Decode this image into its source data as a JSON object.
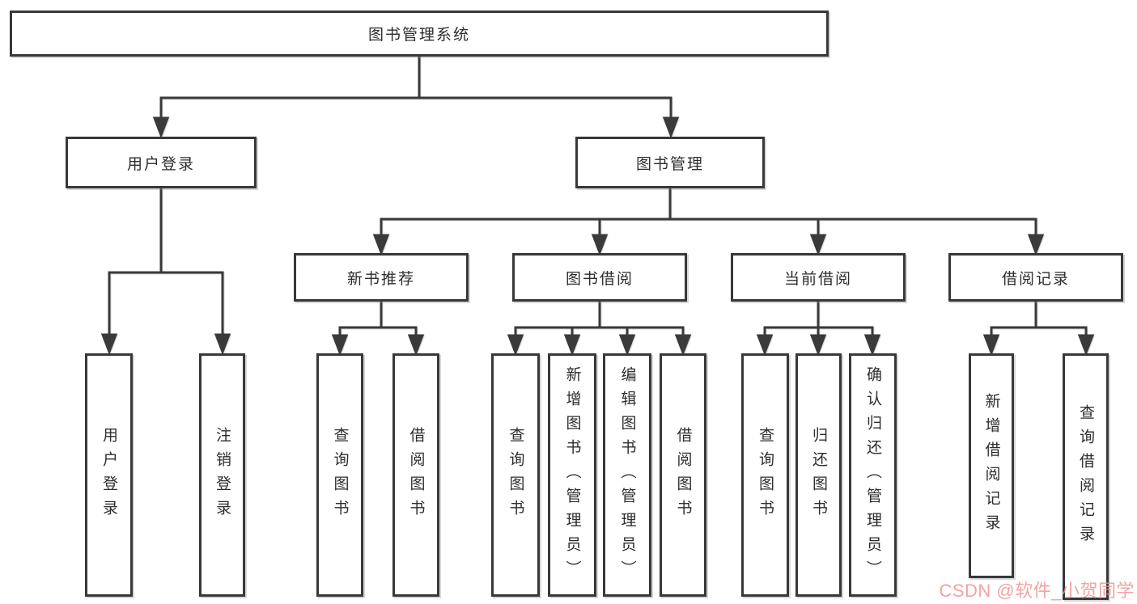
{
  "tree": {
    "root": {
      "label": "图书管理系统"
    },
    "user_login_branch": {
      "label": "用户登录",
      "children": [
        {
          "label": "用户登录"
        },
        {
          "label": "注销登录"
        }
      ]
    },
    "book_mgmt_branch": {
      "label": "图书管理",
      "groups": [
        {
          "label": "新书推荐",
          "children": [
            {
              "label": "查询图书"
            },
            {
              "label": "借阅图书"
            }
          ]
        },
        {
          "label": "图书借阅",
          "children": [
            {
              "label": "查询图书"
            },
            {
              "label": "新增图书（管理员）"
            },
            {
              "label": "编辑图书（管理员）"
            },
            {
              "label": "借阅图书"
            }
          ]
        },
        {
          "label": "当前借阅",
          "children": [
            {
              "label": "查询图书"
            },
            {
              "label": "归还图书"
            },
            {
              "label": "确认归还（管理员）"
            }
          ]
        },
        {
          "label": "借阅记录",
          "children": [
            {
              "label": "新增借阅记录"
            },
            {
              "label": "查询借阅记录"
            }
          ]
        }
      ]
    }
  },
  "watermark": {
    "text": "CSDN @软件_小贺同学",
    "color": "#F09090"
  },
  "colors": {
    "line": "#3A3A3A",
    "box_border": "#383838",
    "box_fill": "#FFFFFF",
    "text": "#2D2D2D",
    "background": "#FFFFFF"
  }
}
